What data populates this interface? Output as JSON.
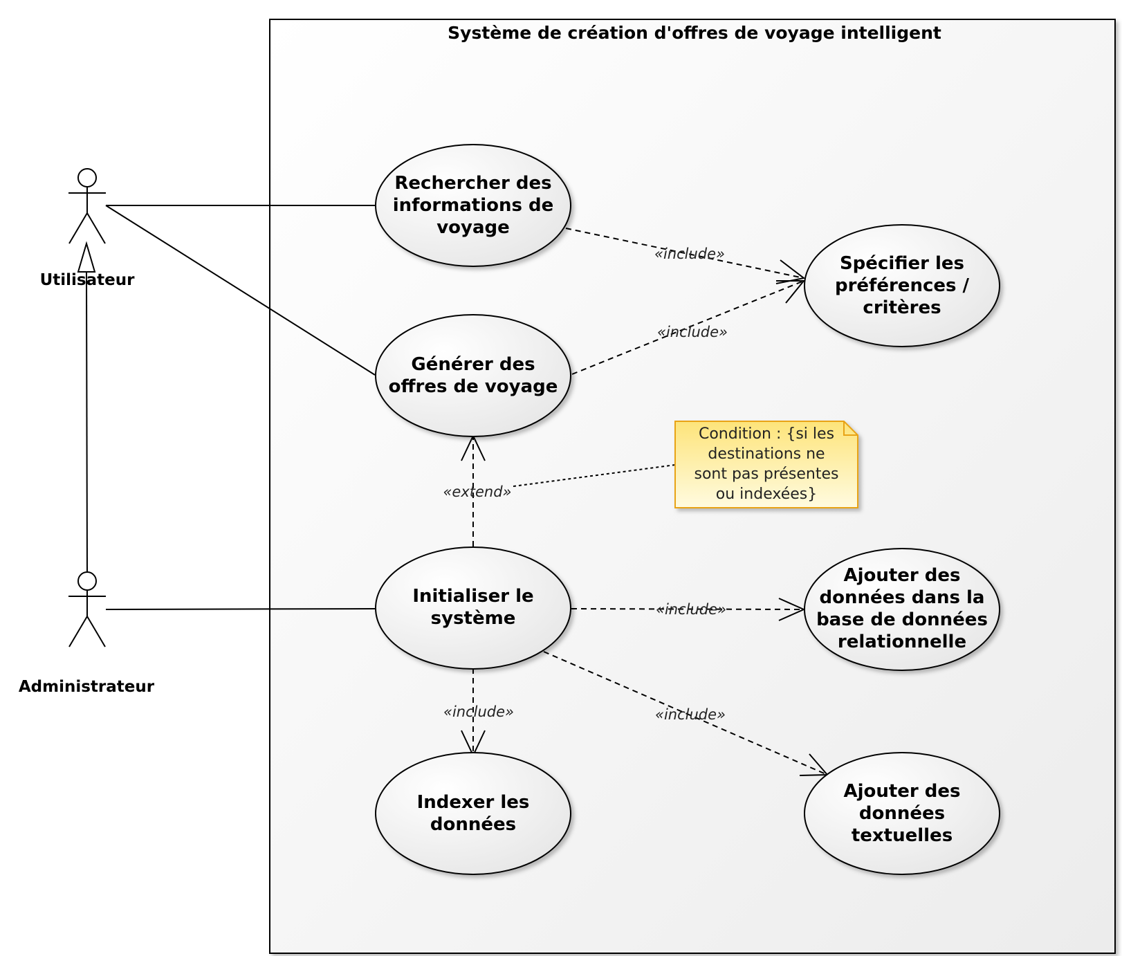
{
  "system": {
    "title": "Système de création d'offres de voyage intelligent"
  },
  "actors": {
    "user": "Utilisateur",
    "admin": "Administrateur"
  },
  "use_cases": {
    "rechercher": [
      "Rechercher des",
      "informations de",
      "voyage"
    ],
    "specifier": [
      "Spécifier les",
      "préférences /",
      "critères"
    ],
    "generer": [
      "Générer des",
      "offres de voyage"
    ],
    "initialiser": [
      "Initialiser le",
      "système"
    ],
    "ajouter_relationnel": [
      "Ajouter des",
      "données dans la",
      "base de données",
      "relationnelle"
    ],
    "indexer": [
      "Indexer les",
      "données"
    ],
    "ajouter_textuel": [
      "Ajouter des",
      "données",
      "textuelles"
    ]
  },
  "relations": {
    "include": "«include»",
    "extend": "«extend»"
  },
  "note": {
    "lines": [
      "Condition : {si les",
      "destinations ne",
      "sont pas présentes",
      "ou indexées}"
    ]
  },
  "colors": {
    "note_fill_top": "#fff6c8",
    "note_fill_bottom": "#fde889",
    "note_border": "#e8a317",
    "ellipse_fill": "#f2f2f2",
    "system_fill": "#f7f7f7"
  }
}
